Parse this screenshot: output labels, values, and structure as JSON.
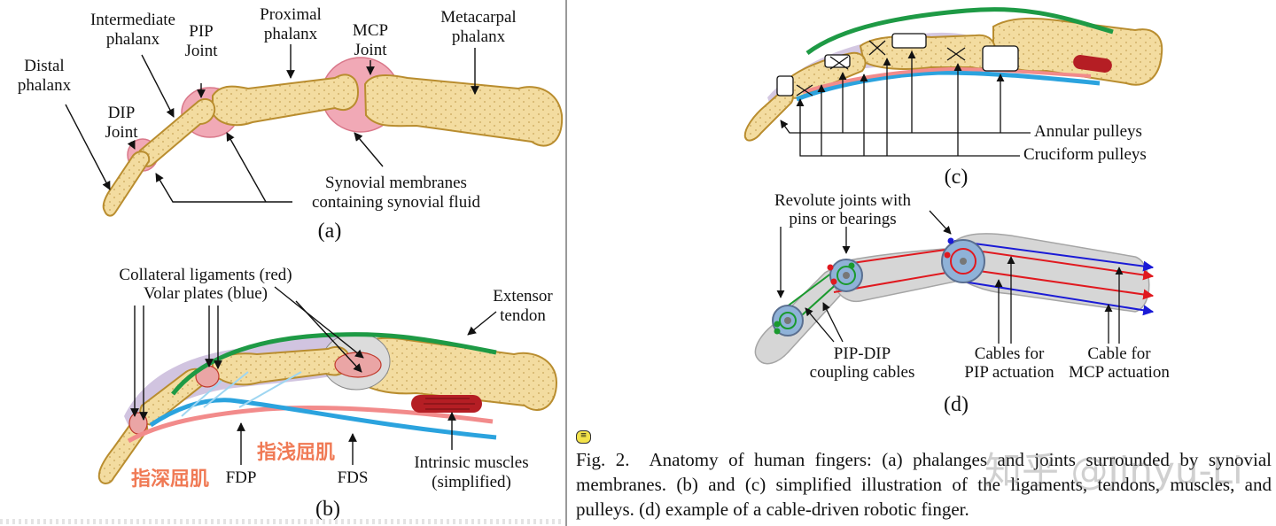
{
  "panel_a": {
    "labels": {
      "distal": [
        "Distal",
        "phalanx"
      ],
      "intermediate": [
        "Intermediate",
        "phalanx"
      ],
      "pip": [
        "PIP",
        "Joint"
      ],
      "proximal": [
        "Proximal",
        "phalanx"
      ],
      "mcp": [
        "MCP",
        "Joint"
      ],
      "metacarpal": [
        "Metacarpal",
        "phalanx"
      ],
      "dip": [
        "DIP",
        "Joint"
      ],
      "synovial": [
        "Synovial membranes",
        "containing synovial fluid"
      ]
    },
    "tag": "(a)"
  },
  "panel_b": {
    "labels": {
      "collateral": "Collateral ligaments (red)",
      "volar": "Volar plates (blue)",
      "extensor": [
        "Extensor",
        "tendon"
      ],
      "fdp": "FDP",
      "fds": "FDS",
      "intrinsic": [
        "Intrinsic muscles",
        "(simplified)"
      ],
      "zh_fdp": "指深屈肌",
      "zh_fds": "指浅屈肌"
    },
    "tag": "(b)"
  },
  "panel_c": {
    "labels": {
      "annular": "Annular pulleys",
      "cruciform": "Cruciform pulleys"
    },
    "tag": "(c)"
  },
  "panel_d": {
    "labels": {
      "revolute": [
        "Revolute joints with",
        "pins or bearings"
      ],
      "coupling": [
        "PIP-DIP",
        "coupling cables"
      ],
      "pip_cables": [
        "Cables for",
        "PIP actuation"
      ],
      "mcp_cable": [
        "Cable for",
        "MCP actuation"
      ]
    },
    "tag": "(d)"
  },
  "caption": {
    "label": "Fig. 2.",
    "text": "Anatomy of human fingers: (a) phalanges and joints surrounded by synovial membranes. (b) and (c) simplified illustration of the ligaments, tendons, muscles, and pulleys. (d) example of a cable-driven robotic finger."
  },
  "watermark": "知乎 @Jinyu-Li",
  "colors": {
    "bone": "#f3dca0",
    "bone_stroke": "#b98d2f",
    "synovial": "#f1a9b6",
    "extensor": "#1e9a45",
    "fdp_blue": "#2ba3de",
    "fds_pink": "#f28b8b",
    "muscle": "#b51e24",
    "ligament": "#a58bbd",
    "robot_red": "#e0191f",
    "robot_blue": "#1a1ad6",
    "robot_green": "#1a9a2e",
    "zh_text": "#f07a55"
  }
}
